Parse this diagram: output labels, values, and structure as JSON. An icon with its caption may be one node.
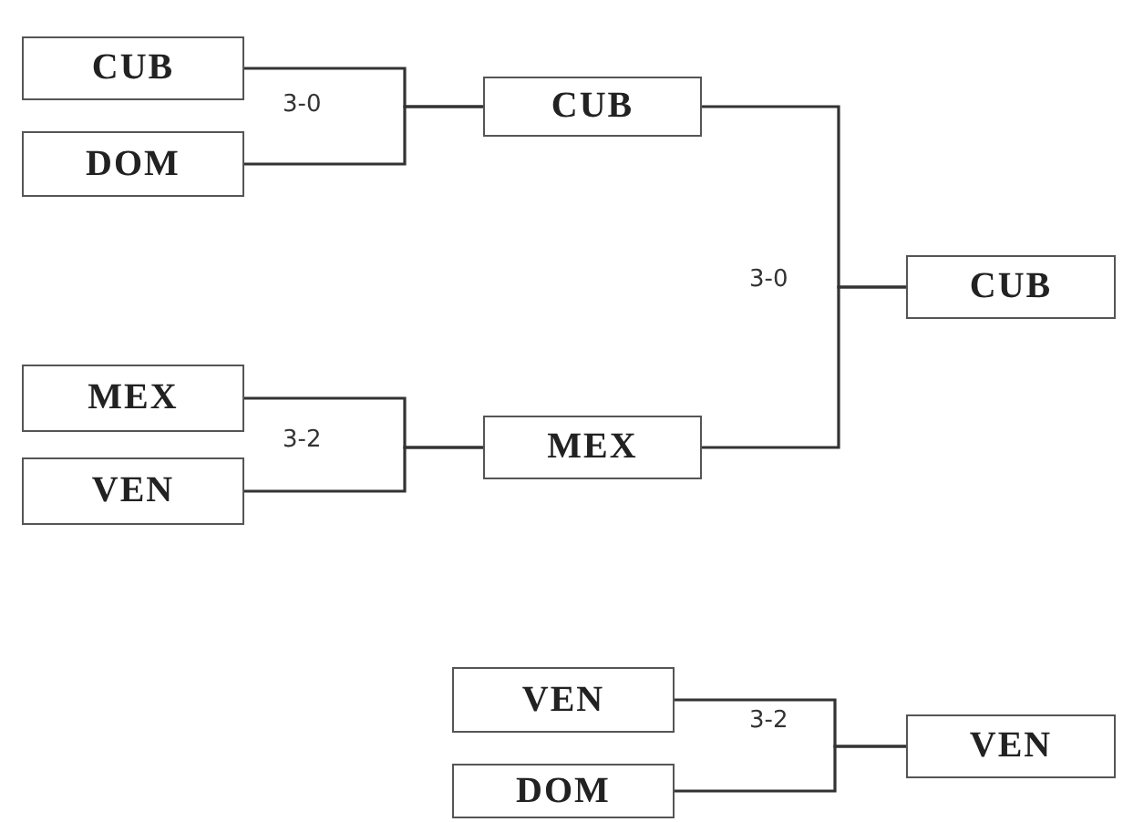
{
  "diagram": {
    "nodes": [
      {
        "text": [
          "CUB"
        ]
      },
      {
        "text": [
          "DOM"
        ]
      },
      {
        "text": [
          "CUB"
        ]
      },
      {
        "text": [
          "MEX"
        ]
      },
      {
        "text": [
          "VEN"
        ]
      },
      {
        "text": [
          "MEX"
        ]
      },
      {
        "text": [
          "CUB"
        ]
      },
      {
        "text": [
          "VEN"
        ]
      },
      {
        "text": [
          "DOM"
        ]
      },
      {
        "text": [
          "VEN"
        ]
      }
    ],
    "edges": [
      {
        "from": 0,
        "to": 2,
        "arrow": "none"
      },
      {
        "from": 1,
        "to": 2,
        "arrow": "none"
      },
      {
        "from": 3,
        "to": 5,
        "arrow": "none"
      },
      {
        "from": 4,
        "to": 5,
        "arrow": "none"
      },
      {
        "from": 2,
        "to": 6,
        "arrow": "none"
      },
      {
        "from": 5,
        "to": 6,
        "arrow": "none"
      },
      {
        "from": 7,
        "to": 9,
        "arrow": "none"
      },
      {
        "from": 8,
        "to": 9,
        "arrow": "none"
      }
    ],
    "labels": [
      "3-0",
      "3-0",
      "3-2",
      "3-2"
    ]
  }
}
